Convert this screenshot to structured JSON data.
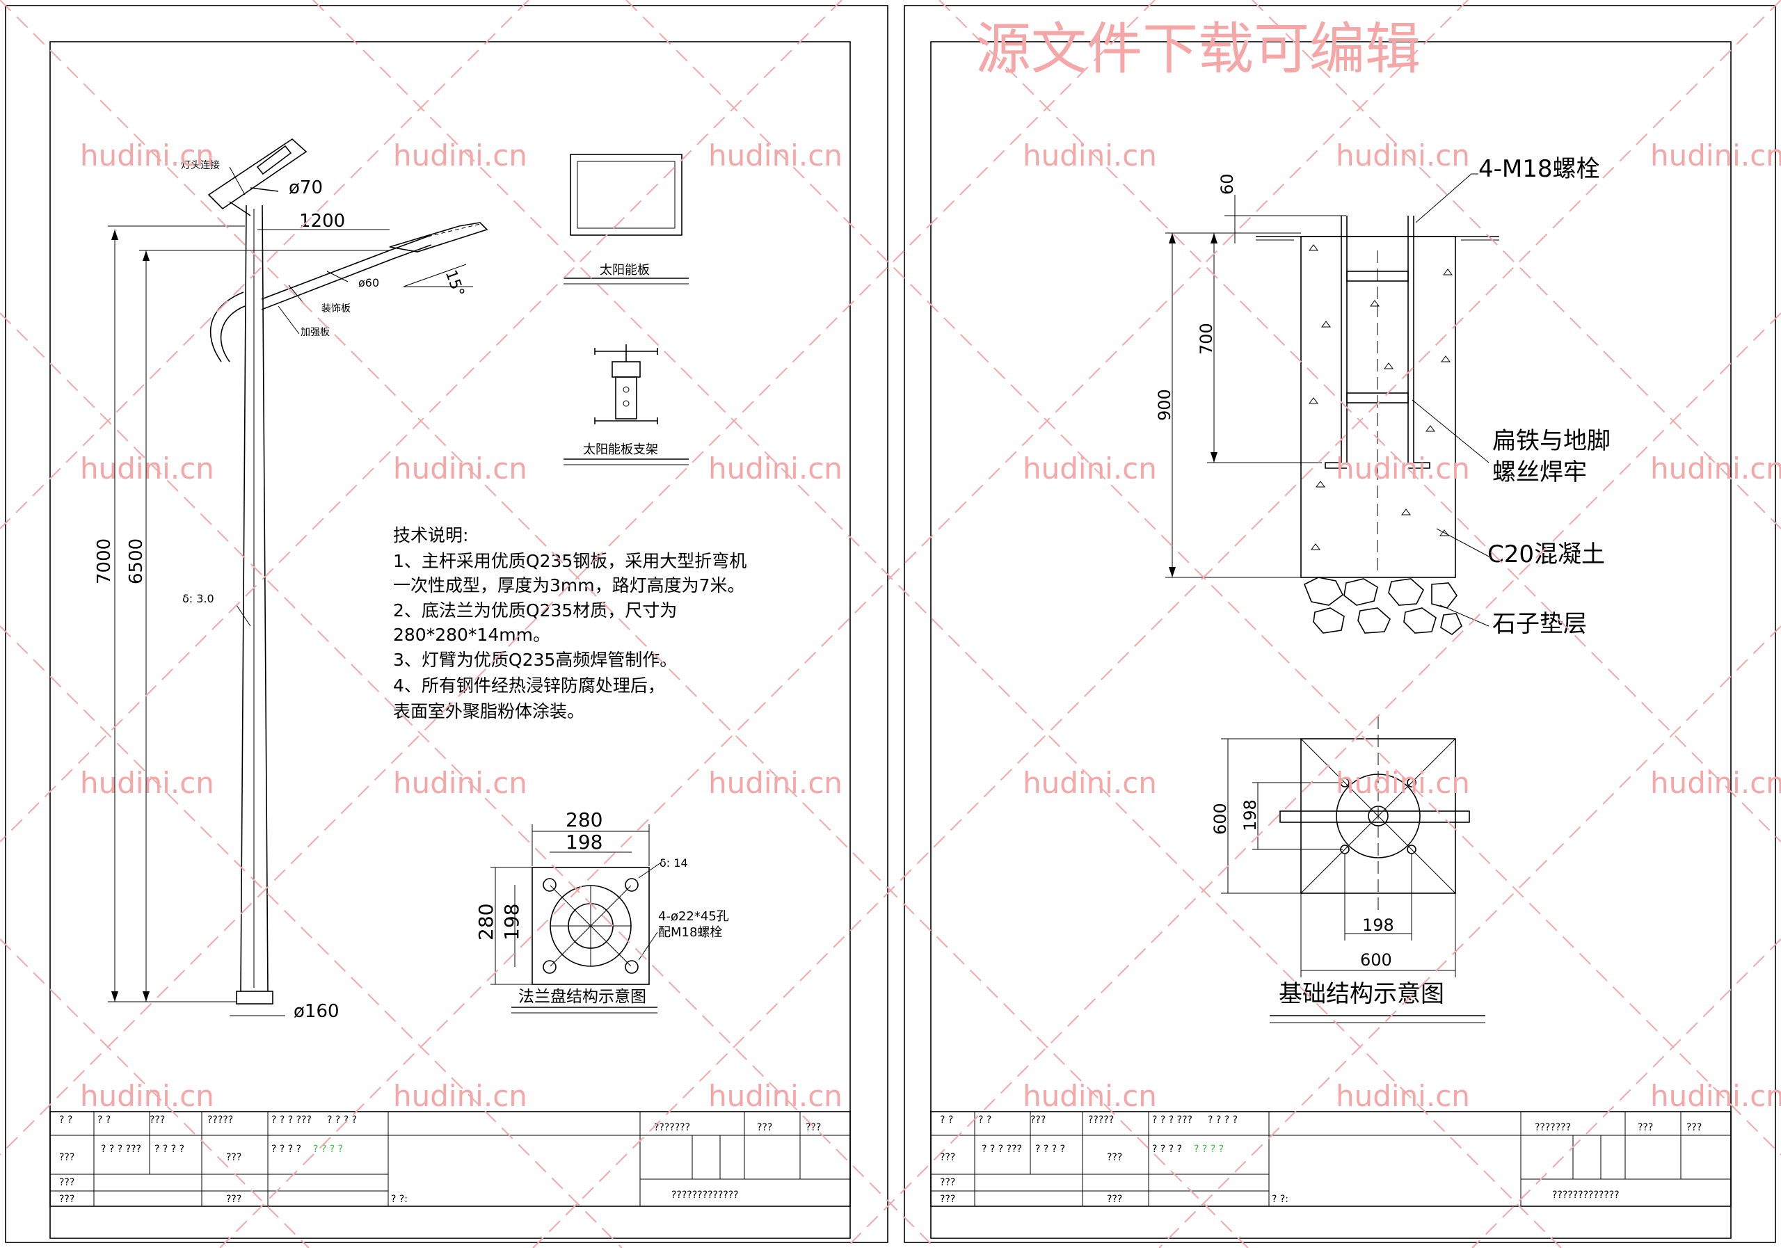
{
  "watermark": {
    "site": "hudini.cn",
    "banner": "源文件下载可编辑"
  },
  "left_sheet": {
    "pole": {
      "lamp_head_label": "灯头连接",
      "top_dia": "ø70",
      "arm_length": "1200",
      "arm_dia": "ø60",
      "arm_angle": "15°",
      "decor_plate_label": "装饰板",
      "reinforce_plate_label": "加强板",
      "total_height": "7000",
      "lamp_height": "6500",
      "wall_thickness": "δ: 3.0",
      "base_dia": "ø160"
    },
    "solar_panel": {
      "caption": "太阳能板"
    },
    "panel_bracket": {
      "caption": "太阳能板支架"
    },
    "tech_notes": {
      "title": "技术说明:",
      "lines": [
        "1、主杆采用优质Q235钢板，采用大型折弯机",
        "一次性成型，厚度为3mm，路灯高度为7米。",
        "2、底法兰为优质Q235材质，尺寸为",
        "280*280*14mm。",
        "3、灯臂为优质Q235高频焊管制作。",
        "4、所有钢件经热浸锌防腐处理后，",
        "表面室外聚脂粉体涂装。"
      ]
    },
    "flange": {
      "width_outer": "280",
      "width_inner": "198",
      "height_outer": "280",
      "height_inner": "198",
      "thickness": "δ: 14",
      "holes": "4-ø22*45孔",
      "bolts": "配M18螺栓",
      "caption": "法兰盘结构示意图"
    }
  },
  "right_sheet": {
    "foundation": {
      "bolt_label": "4-M18螺栓",
      "dim_top": "60",
      "dim_bolt": "700",
      "dim_depth": "900",
      "weld_note_1": "扁铁与地脚",
      "weld_note_2": "螺丝焊牢",
      "concrete": "C20混凝土",
      "gravel": "石子垫层"
    },
    "plan": {
      "dim_outer_v": "600",
      "dim_inner_v": "198",
      "dim_inner_h": "198",
      "dim_outer_h": "600",
      "caption": "基础结构示意图"
    }
  },
  "title_block": {
    "row1": [
      "? ?",
      "? ?",
      "???",
      "?????",
      "? ? ? ???",
      "? ? ? ?"
    ],
    "row2": [
      "???",
      "? ? ? ???",
      "? ? ? ?",
      "???",
      "? ? ? ?",
      "? ? ? ?"
    ],
    "row3": [
      "???"
    ],
    "row4": [
      "???",
      "???",
      "? ?:"
    ],
    "right_top": [
      "???????",
      "???",
      "???"
    ],
    "right_bottom": "?????????????"
  }
}
